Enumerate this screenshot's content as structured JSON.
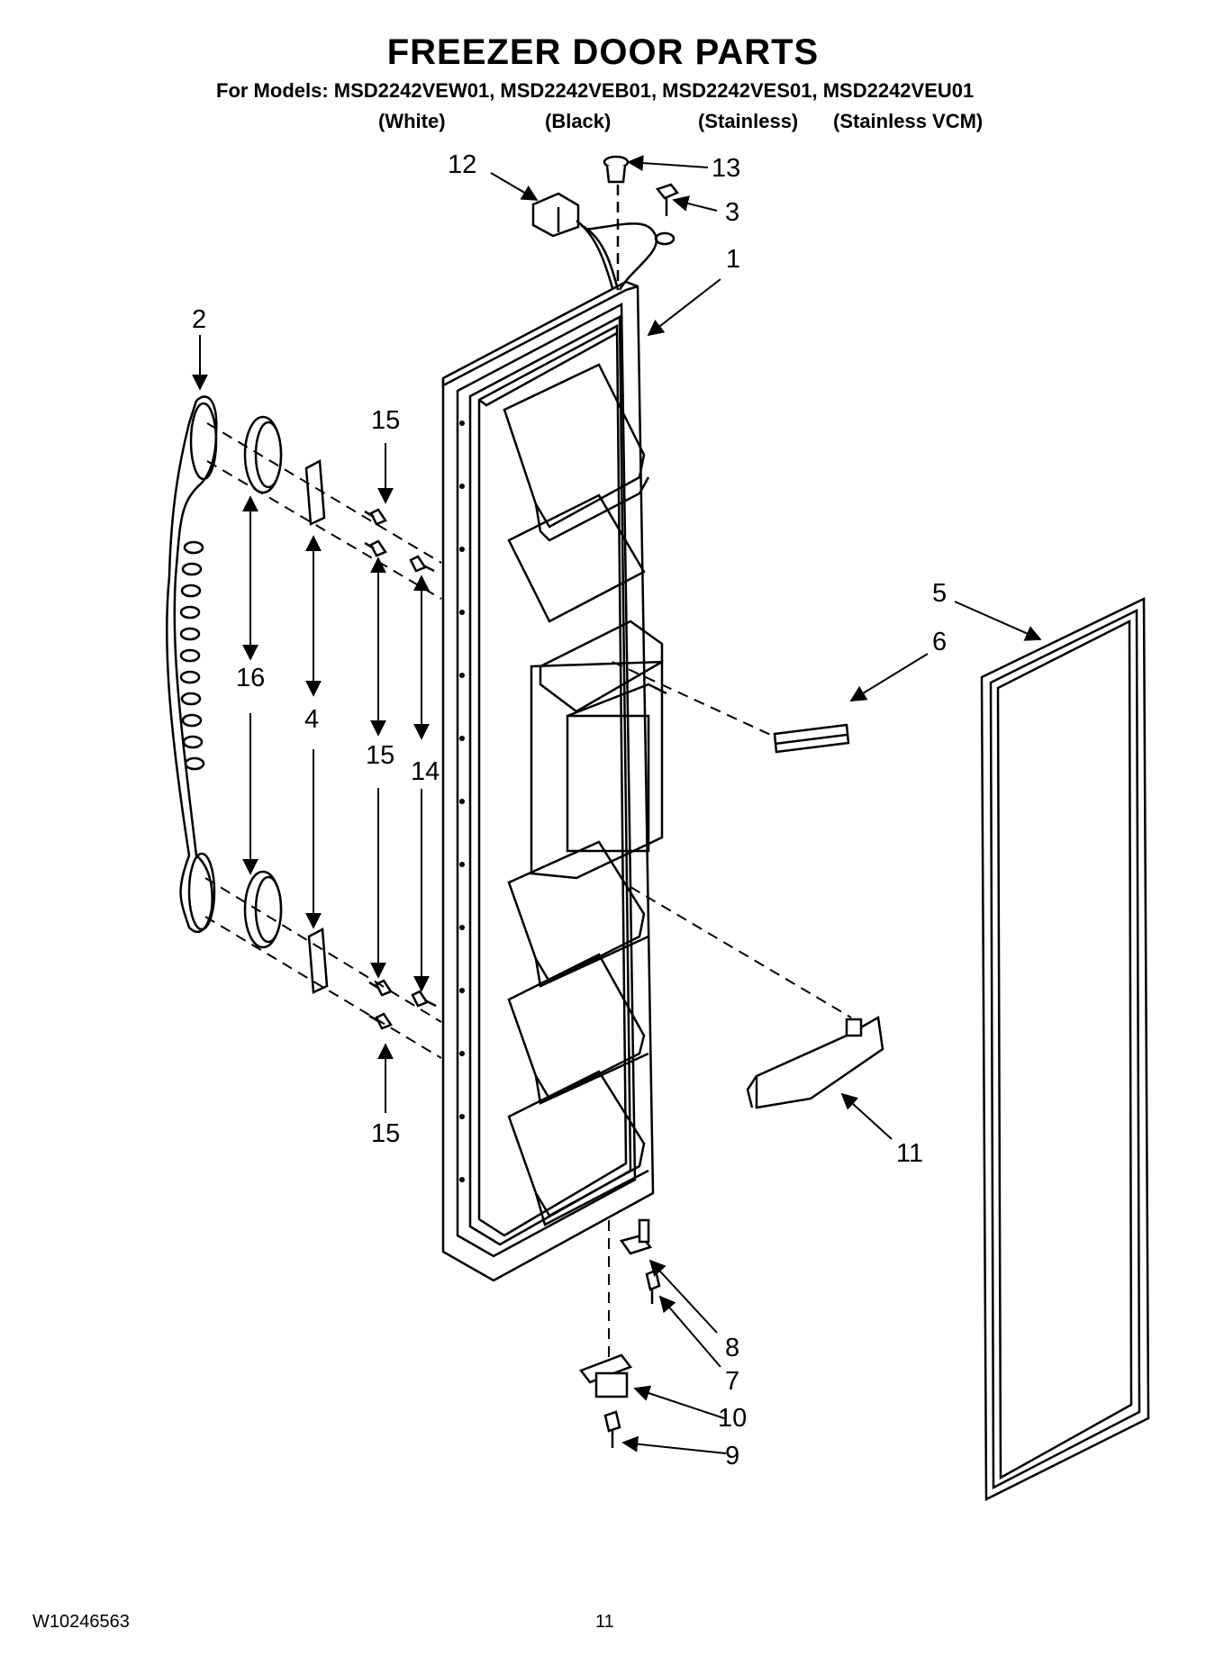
{
  "title": "FREEZER DOOR PARTS",
  "models_line": "For Models: MSD2242VEW01, MSD2242VEB01, MSD2242VES01, MSD2242VEU01",
  "finishes": [
    "(White)",
    "(Black)",
    "(Stainless)",
    "(Stainless VCM)"
  ],
  "callouts": {
    "c1": "1",
    "c2": "2",
    "c3": "3",
    "c4": "4",
    "c5": "5",
    "c6": "6",
    "c7": "7",
    "c8": "8",
    "c9": "9",
    "c10": "10",
    "c11": "11",
    "c12": "12",
    "c13": "13",
    "c14": "14",
    "c15a": "15",
    "c15b": "15",
    "c15c": "15",
    "c16": "16"
  },
  "footer": {
    "doc_number": "W10246563",
    "page_number": "11"
  }
}
